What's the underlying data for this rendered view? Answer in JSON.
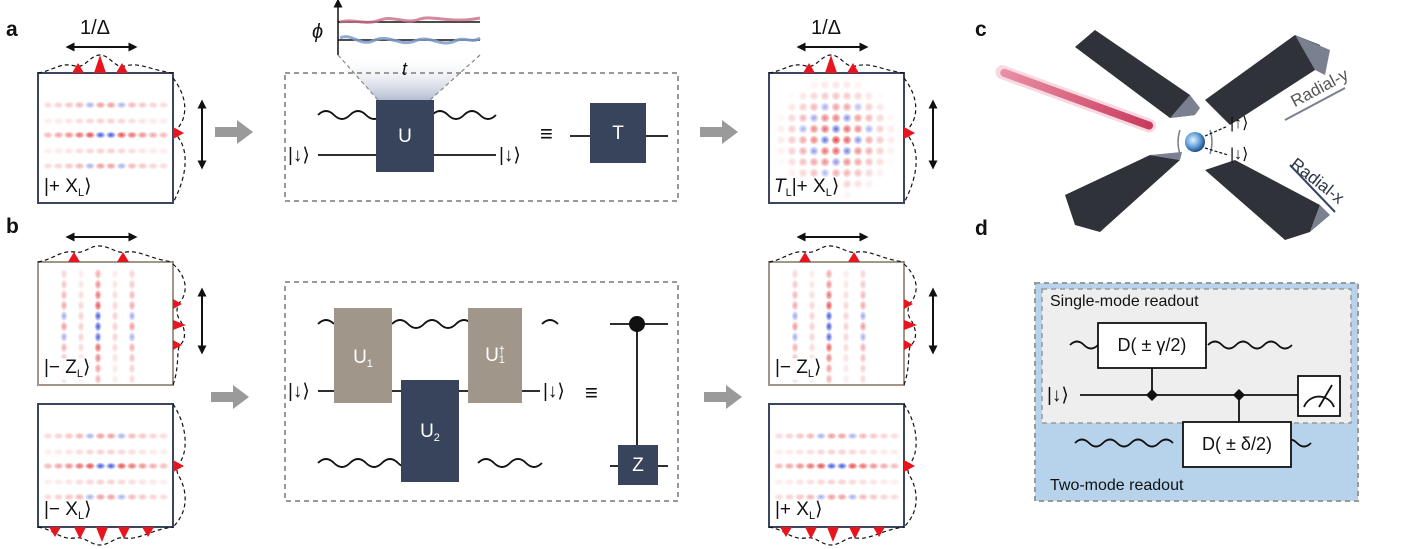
{
  "panels": {
    "a": "a",
    "b": "b",
    "c": "c",
    "d": "d"
  },
  "panel_a": {
    "width_label": "1/Δ",
    "width_label_out": "1/Δ",
    "phase_axis_label": "ϕ",
    "time_axis_label": "t",
    "input_state": {
      "prefix": "|+ X",
      "sub": "L",
      "suffix": "⟩"
    },
    "output_state": {
      "op": "T",
      "opsub": "L",
      "mid": "|+ X",
      "sub": "L",
      "suffix": "⟩"
    },
    "spin_in": "|↓⟩",
    "spin_out": "|↓⟩",
    "gate_U": "U",
    "equiv": "≡",
    "gate_T": "T"
  },
  "panel_b": {
    "top_in_state": {
      "prefix": "|− Z",
      "sub": "L",
      "suffix": "⟩"
    },
    "bottom_in_state": {
      "prefix": "|− X",
      "sub": "L",
      "suffix": "⟩"
    },
    "top_out_state": {
      "prefix": "|− Z",
      "sub": "L",
      "suffix": "⟩"
    },
    "bottom_out_state": {
      "prefix": "|+ X",
      "sub": "L",
      "suffix": "⟩"
    },
    "spin_in": "|↓⟩",
    "spin_out": "|↓⟩",
    "gate_U1": {
      "main": "U",
      "sub": "1"
    },
    "gate_U2": {
      "main": "U",
      "sub": "2"
    },
    "gate_U1dag": {
      "main": "U",
      "sup": "†",
      "sub": "1"
    },
    "equiv": "≡",
    "gate_Z": "Z"
  },
  "panel_c": {
    "spin_up": "|↑⟩",
    "spin_down": "|↓⟩",
    "axis_y": "Radial-y",
    "axis_x": "Radial-x"
  },
  "panel_d": {
    "single_mode_label": "Single-mode readout",
    "two_mode_label": "Two-mode readout",
    "gate_gamma": "D( ± γ/2)",
    "gate_delta": "D( ± δ/2)",
    "spin_in": "|↓⟩"
  },
  "colors": {
    "gate_dark": "#37445c",
    "gate_taupe": "#a0968a",
    "arrow_gray": "#9a9a9a",
    "peak_red": "#e8141e",
    "wigner_red": "#e0262a",
    "wigner_blue": "#2a3fd6",
    "laser_pink": "#d8607f",
    "electrode": "#2f3238",
    "two_mode_fill": "#b7d3ec",
    "single_mode_fill": "#eeeeee"
  }
}
